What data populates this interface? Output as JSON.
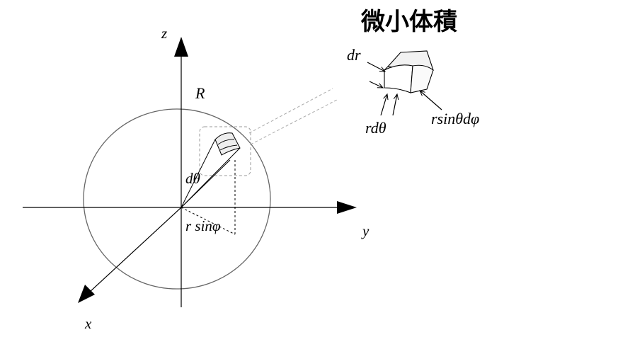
{
  "title": "微小体積",
  "axes": {
    "z": "z",
    "y": "y",
    "x": "x"
  },
  "labels": {
    "radius": "R",
    "d_theta": "dθ",
    "r_sin_phi": "r sinφ",
    "dr": "dr",
    "r_d_theta": "rdθ",
    "r_sin_theta_d_phi": "rsinθdφ"
  },
  "colors": {
    "axis": "#000000",
    "sphere": "#555555",
    "dashed": "#999999",
    "element_fill": "#e8e8e8"
  }
}
